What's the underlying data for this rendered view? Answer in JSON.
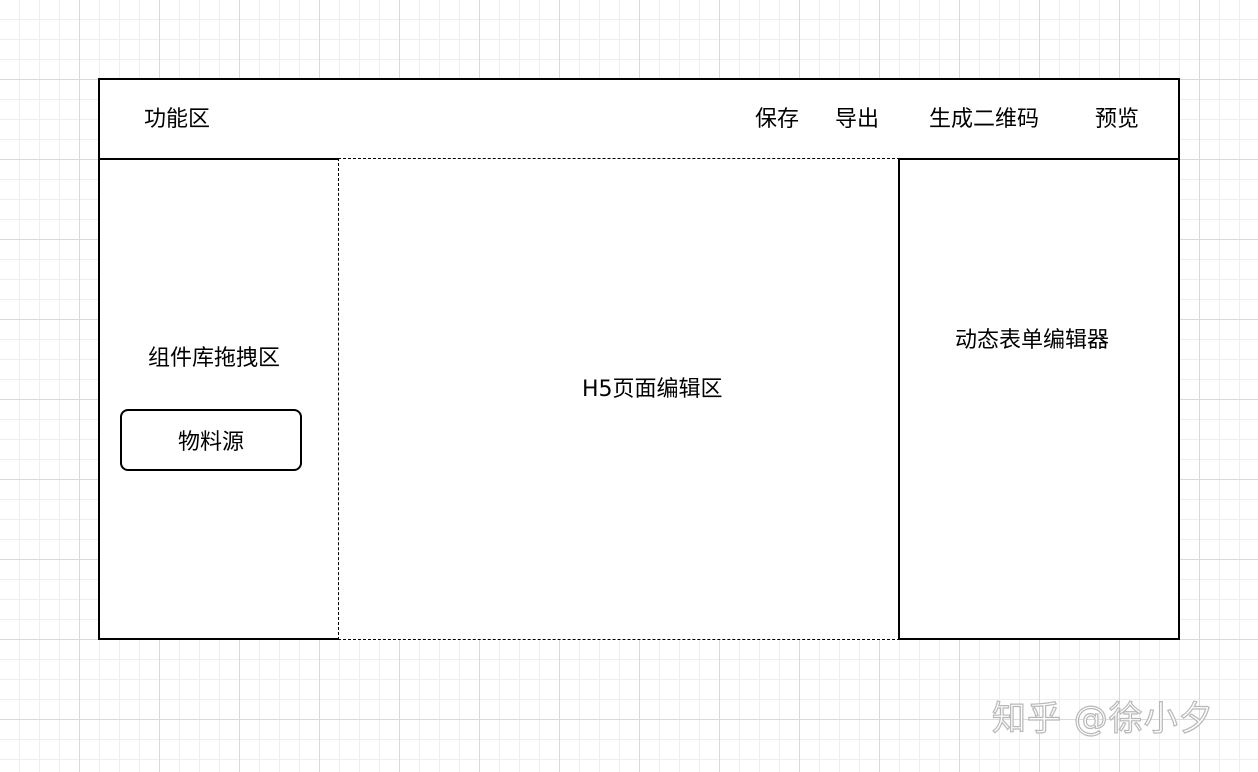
{
  "toolbar": {
    "title": "功能区",
    "save": "保存",
    "export": "导出",
    "qrcode": "生成二维码",
    "preview": "预览"
  },
  "left_panel": {
    "title": "组件库拖拽区",
    "material_source": "物料源"
  },
  "center_panel": {
    "title": "H5页面编辑区"
  },
  "right_panel": {
    "title": "动态表单编辑器"
  },
  "watermark": "知乎 @徐小夕"
}
